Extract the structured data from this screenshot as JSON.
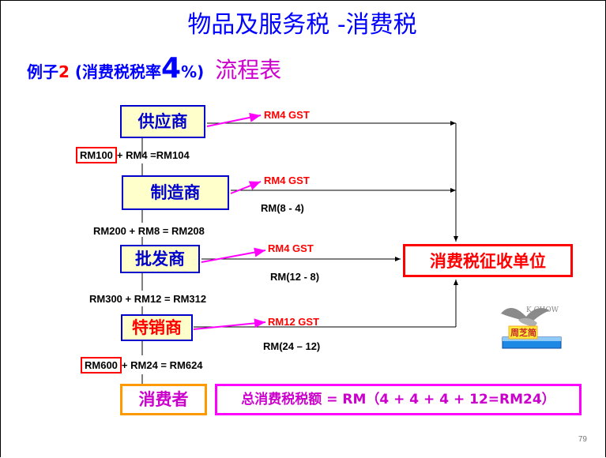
{
  "title": "物品及服务税 -消费税",
  "subtitle": {
    "prefix": "例子",
    "number": "2",
    "open": " (消费税税率",
    "rate": "4",
    "percent": "%",
    "close": ")",
    "flow": "流程表"
  },
  "nodes": {
    "supplier": "供应商",
    "manufacturer": "制造商",
    "wholesaler": "批发商",
    "retailer": "特销商",
    "consumer": "消费者",
    "authority": "消费税征收单位"
  },
  "gst_labels": [
    "RM4 GST",
    "RM4 GST",
    "RM4  GST",
    "RM12  GST"
  ],
  "net_labels": [
    "RM(8 - 4)",
    "RM(12 - 8)",
    "RM(24 – 12)"
  ],
  "calc": {
    "c1_boxed": "RM100",
    "c1_rest": "+ RM4 =RM104",
    "c2": "RM200 + RM8 = RM208",
    "c3": "RM300 + RM12 = RM312",
    "c4_boxed": "RM600",
    "c4_rest": "+ RM24 = RM624"
  },
  "total": "总消费税税额 = RM（4 + 4 + 4 + 12=RM24）",
  "logo": {
    "text_top": "K CHOW",
    "text_name": "周芝简"
  },
  "page_number": "79",
  "colors": {
    "title": "#0000ff",
    "gst": "#ff0000",
    "arrow": "#ff00ff",
    "node_fill": "#ffffcc"
  }
}
